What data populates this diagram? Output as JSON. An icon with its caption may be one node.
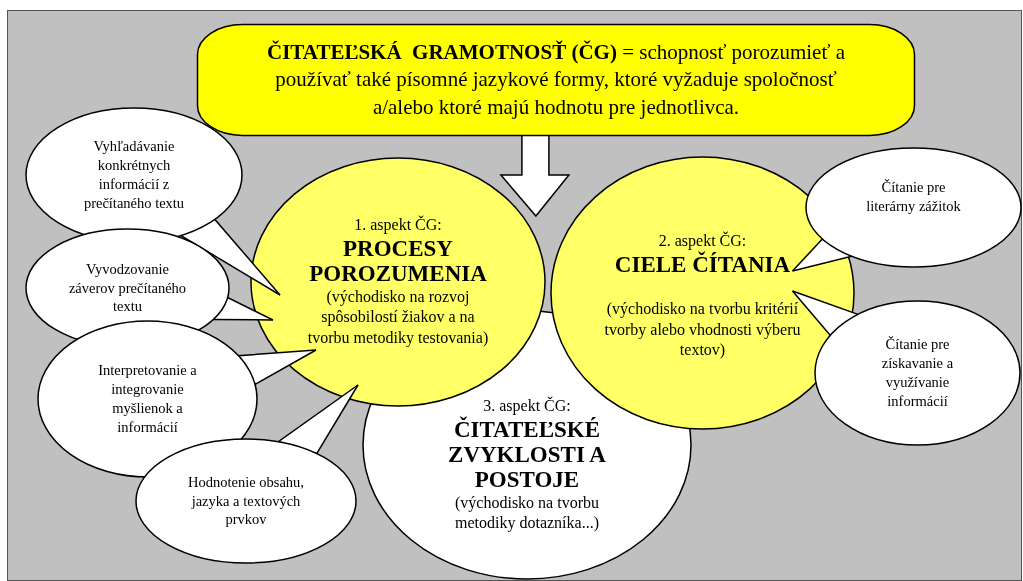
{
  "diagram": {
    "nodes": [
      {
        "text": [
          "**ČITATEĽSKÁ  GRAMOTNOSŤ (ČG)** = schopnosť porozumieť a používať také písomné jazykové formy, ktoré vyžaduje spoločnosť a/alebo ktoré majú hodnotu pre jednotlivca."
        ]
      },
      {
        "text": [
          "1. aspekt ČG:",
          "PROCESY POROZUMENIA",
          "(východisko na rozvoj spôsobilostí žiakov a na tvorbu metodiky testovania)"
        ]
      },
      {
        "text": [
          "2. aspekt ČG:",
          "CIELE ČÍTANIA",
          "(východisko na tvorbu kritérií tvorby alebo vhodnosti výberu textov)"
        ]
      },
      {
        "text": [
          "3. aspekt ČG:",
          "ČITATEĽSKÉ ZVYKLOSTI A POSTOJE",
          "(východisko na tvorbu metodiky dotazníka...)"
        ]
      },
      {
        "text": [
          "Vyhľadávanie konkrétnych informácií z prečítaného textu"
        ]
      },
      {
        "text": [
          "Vyvodzovanie záverov prečítaného textu"
        ]
      },
      {
        "text": [
          "Interpretovanie a integrovanie myšlienok a informácií"
        ]
      },
      {
        "text": [
          "Hodnotenie obsahu, jazyka a textových prvkov"
        ]
      },
      {
        "text": [
          "Čítanie pre literárny zážitok"
        ]
      },
      {
        "text": [
          "Čítanie pre získavanie a využívanie informácií"
        ]
      }
    ],
    "edges": [
      {
        "from": 0,
        "to": null,
        "arrow": "to"
      },
      {
        "from": 4,
        "to": 1,
        "arrow": "none"
      },
      {
        "from": 5,
        "to": 1,
        "arrow": "none"
      },
      {
        "from": 6,
        "to": 1,
        "arrow": "none"
      },
      {
        "from": 7,
        "to": 1,
        "arrow": "none"
      },
      {
        "from": 8,
        "to": 2,
        "arrow": "none"
      },
      {
        "from": 9,
        "to": 2,
        "arrow": "none"
      }
    ]
  }
}
